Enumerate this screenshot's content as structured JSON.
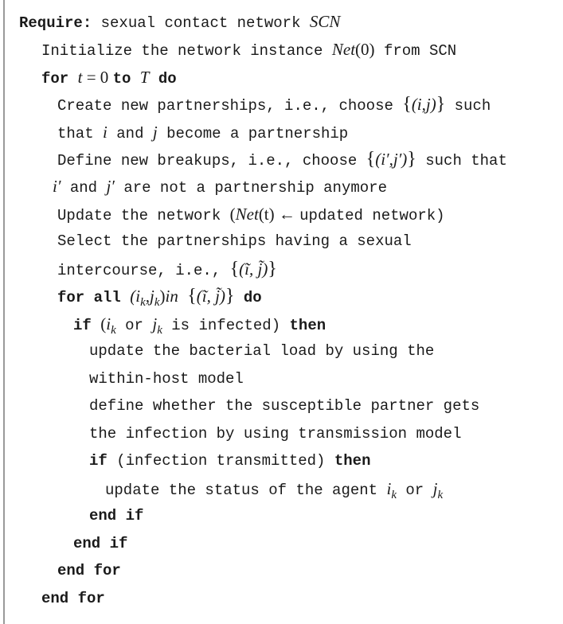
{
  "algorithm": {
    "require_label": "Require:",
    "require_text": "sexual contact network",
    "require_var": "SCN",
    "init_prefix": "Initialize the network instance",
    "init_net": "Net",
    "init_arg": "(0)",
    "init_suffix": "from SCN",
    "for_kw": "for",
    "for_t": "t",
    "for_eq": " = 0 ",
    "to_kw": "to",
    "for_T": "T",
    "do_kw": "do",
    "create_text": "Create new partnerships, i.e., choose",
    "set_open": "{",
    "set_close": "}",
    "create_pair": "(i,j)",
    "create_suffix": "such",
    "create_line2_pre": "that",
    "var_i": "i",
    "and_text": "and",
    "var_j": "j",
    "create_line2_post": "become a partnership",
    "breakup_text": "Define new breakups, i.e., choose",
    "breakup_pair": "(i′,j′)",
    "breakup_suffix": "such that",
    "var_i_prime": "i′",
    "var_j_prime": "j′",
    "breakup_line2_post": "are not a partnership anymore",
    "update_text": "Update the network",
    "update_open": "(",
    "update_net": "Net",
    "update_arg": "(t)",
    "update_arrow": " ← ",
    "update_post": "updated network)",
    "select_text": "Select the partnerships having a sexual",
    "select_line2": "intercourse, i.e.,",
    "select_pair": "(ĩ, j̃)",
    "forall_kw": "for all",
    "forall_pair": "(i",
    "sub_k": "k",
    "forall_comma": ",j",
    "forall_close": ")",
    "in_text": "in",
    "forall_set_pair": "(ĩ, j̃)",
    "if_kw": "if",
    "if_open": "(",
    "var_i2": "i",
    "or_text": "or",
    "var_j2": "j",
    "if_cond_post": "is infected)",
    "then_kw": "then",
    "bact_line1": "update the bacterial load by using the",
    "bact_line2": "within-host model",
    "define_line1": "define whether the susceptible partner gets",
    "define_line2": "the infection by using transmission model",
    "if2_cond": "(infection transmitted)",
    "status_text": "update the status of the agent",
    "var_ik": "i",
    "var_jk": "j",
    "end_if_kw": "end if",
    "end_for_kw": "end for"
  }
}
